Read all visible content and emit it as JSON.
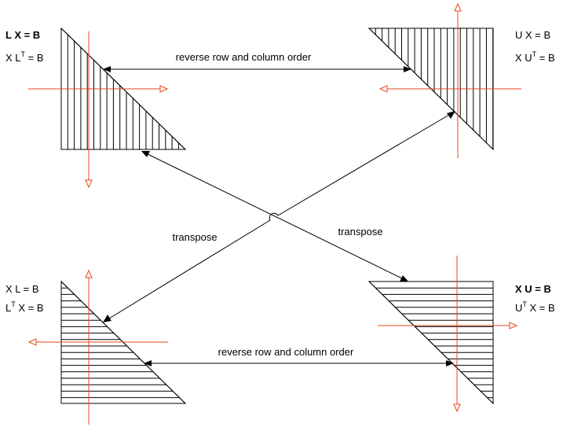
{
  "colors": {
    "axis": "#e8461c",
    "line": "#000000",
    "background": "#ffffff"
  },
  "quadrants": {
    "top_left": {
      "line1": "L X = B",
      "line2_pre": "X L",
      "line2_sup": "T",
      "line2_post": " = B",
      "bold_line": 1,
      "hatch": "vertical"
    },
    "top_right": {
      "line1": "U X = B",
      "line2_pre": "X U",
      "line2_sup": "T",
      "line2_post": " = B",
      "bold_line": 0,
      "hatch": "vertical"
    },
    "bottom_left": {
      "line1": "X L = B",
      "line2_pre": "L",
      "line2_sup": "T",
      "line2_post": " X = B",
      "bold_line": 0,
      "hatch": "horizontal"
    },
    "bottom_right": {
      "line1": "X U = B",
      "line2_pre": "U",
      "line2_sup": "T",
      "line2_post": " X = B",
      "bold_line": 1,
      "hatch": "horizontal"
    }
  },
  "connectors": {
    "top": "reverse row and column order",
    "bottom": "reverse row and column order",
    "diag_left": "transpose",
    "diag_right": "transpose"
  }
}
